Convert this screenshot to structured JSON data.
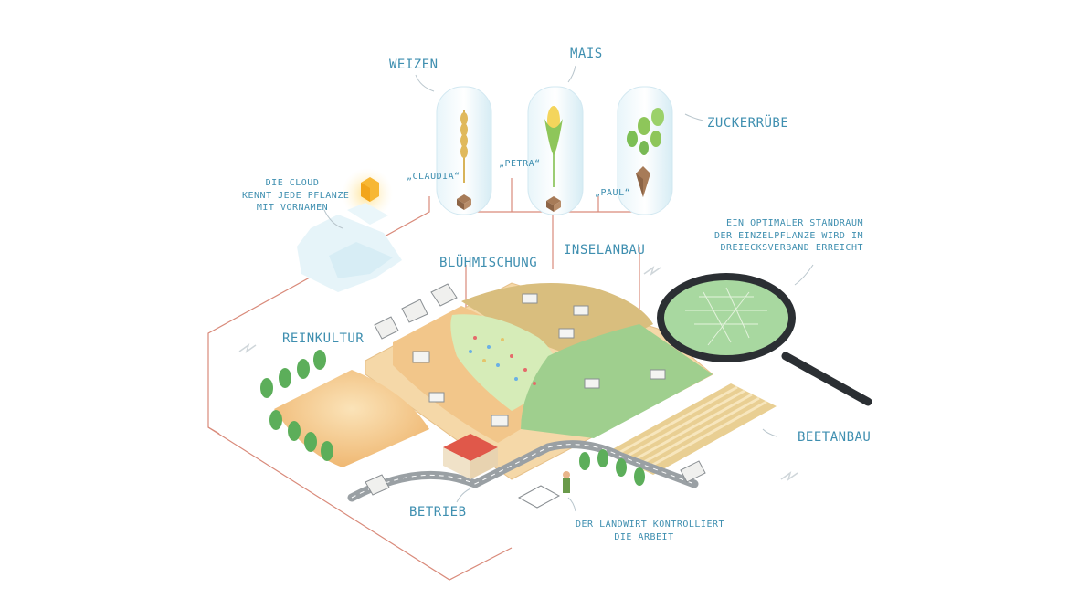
{
  "labels": {
    "weizen": "WEIZEN",
    "mais": "MAIS",
    "zuckerruebe": "ZUCKERRÜBE",
    "claudia": "„CLAUDIA“",
    "petra": "„PETRA“",
    "paul": "„PAUL“",
    "cloud_line1": "DIE CLOUD",
    "cloud_line2": "KENNT JEDE PFLANZE",
    "cloud_line3": "MIT VORNAMEN",
    "standraum_line1": "EIN OPTIMALER STANDRAUM",
    "standraum_line2": "DER EINZELPFLANZE WIRD IM",
    "standraum_line3": "DREIECKSVERBAND ERREICHT",
    "bluehmischung": "BLÜHMISCHUNG",
    "inselanbau": "INSELANBAU",
    "reinkultur": "REINKULTUR",
    "beetanbau": "BEETANBAU",
    "betrieb": "BETRIEB",
    "landwirt_line1": "DER LANDWIRT KONTROLLIERT",
    "landwirt_line2": "DIE ARBEIT"
  },
  "colors": {
    "label_blue": "#3f8fb0",
    "connector_red": "#d98a7a",
    "field_orange": "#f2c68a",
    "field_green": "#9fcf8e",
    "field_khaki": "#d8bd7a",
    "tree_green": "#5cae5a",
    "road_grey": "#9aa0a4",
    "cloud_blue": "#dff0f6",
    "lens_green": "#a8d8a0"
  },
  "icons": [
    "cloud-icon",
    "sun-icon",
    "wheat-plant-icon",
    "corn-plant-icon",
    "sugar-beet-plant-icon",
    "magnifier-icon",
    "tractor-icon",
    "truck-icon",
    "farmhouse-icon",
    "farmer-icon",
    "tablet-icon",
    "tree-icon",
    "lightning-icon"
  ]
}
